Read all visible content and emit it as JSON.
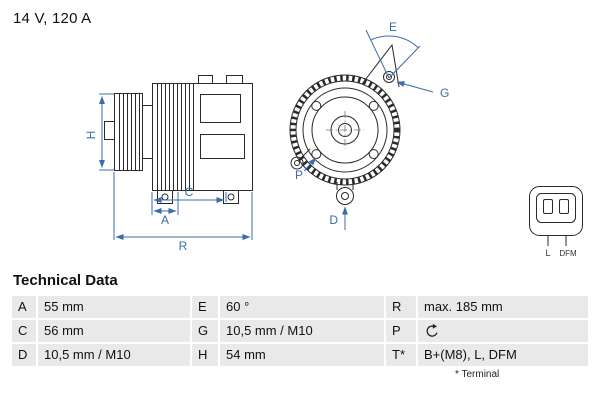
{
  "header": {
    "rating": "14 V, 120 A"
  },
  "diagram": {
    "accent_color": "#3a6ea8",
    "labels": {
      "h": "H",
      "a": "A",
      "c": "C",
      "r": "R",
      "e": "E",
      "g": "G",
      "p": "P",
      "d": "D"
    },
    "connector": {
      "l": "L",
      "dfm": "DFM"
    }
  },
  "table": {
    "title": "Technical Data",
    "rows": [
      [
        {
          "k": "A",
          "v": "55 mm"
        },
        {
          "k": "E",
          "v": "60 °"
        },
        {
          "k": "R",
          "v": "max. 185 mm"
        }
      ],
      [
        {
          "k": "C",
          "v": "56 mm"
        },
        {
          "k": "G",
          "v": "10,5 mm / M10"
        },
        {
          "k": "P",
          "v": "",
          "icon": "rotation-direction-icon"
        }
      ],
      [
        {
          "k": "D",
          "v": "10,5 mm / M10"
        },
        {
          "k": "H",
          "v": "54 mm"
        },
        {
          "k": "T*",
          "v": "B+(M8), L, DFM"
        }
      ]
    ],
    "footnote": "* Terminal"
  }
}
